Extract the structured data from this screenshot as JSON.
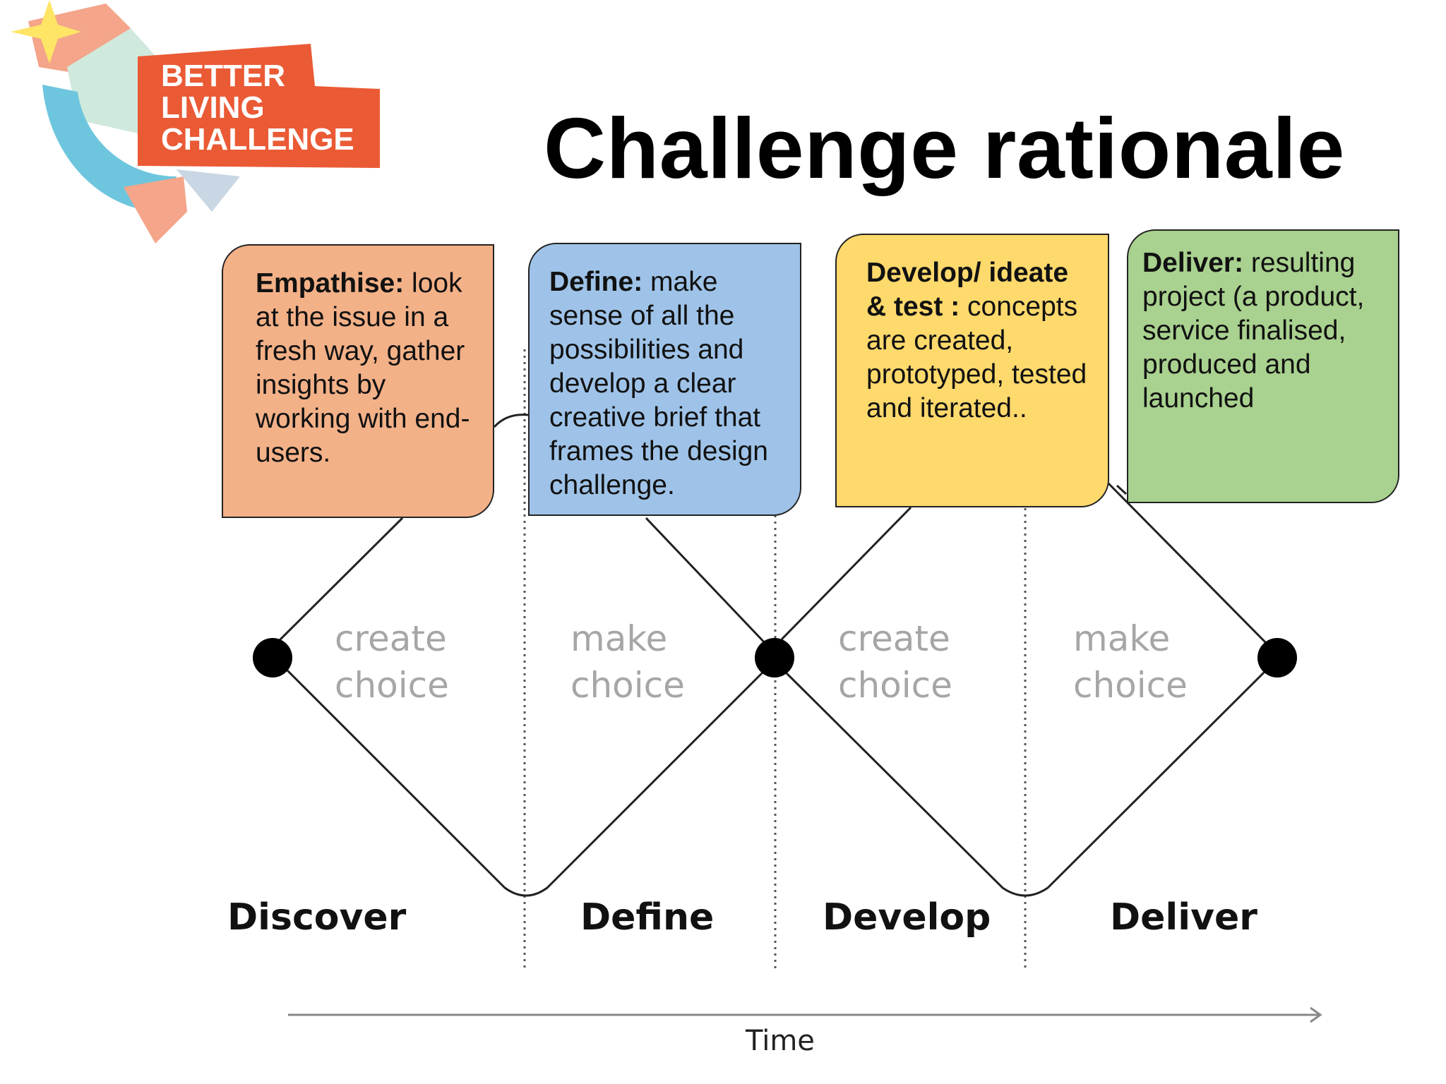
{
  "logo": {
    "text_lines": [
      "BETTER",
      "LIVING",
      "CHALLENGE"
    ],
    "colors": {
      "badge": "#ea5a35",
      "peach": "#f4a58a",
      "mint": "#cfe9dc",
      "sky": "#6ec6de",
      "sun": "#ffe566"
    }
  },
  "title": "Challenge rationale",
  "boxes": [
    {
      "heading": "Empathise:",
      "text": " look at the issue in a fresh way, gather insights by working with end-users.",
      "color": "#f3b188"
    },
    {
      "heading": "Define:",
      "text": " make sense of all the possibilities and develop a clear creative brief that frames the design challenge.",
      "color": "#9fc3e8"
    },
    {
      "heading": "Develop/ ideate & test :",
      "text": " concepts are created, prototyped, tested and iterated..",
      "color": "#fed96c"
    },
    {
      "heading": "Deliver:",
      "text": " resulting project (a product, service finalised, produced and launched",
      "color": "#a9d18f"
    }
  ],
  "diamond_labels": [
    {
      "line1": "create",
      "line2": "choice"
    },
    {
      "line1": "make",
      "line2": "choice"
    },
    {
      "line1": "create",
      "line2": "choice"
    },
    {
      "line1": "make",
      "line2": "choice"
    }
  ],
  "phases": [
    "Discover",
    "Define",
    "Develop",
    "Deliver"
  ],
  "axis": {
    "label": "Time"
  }
}
